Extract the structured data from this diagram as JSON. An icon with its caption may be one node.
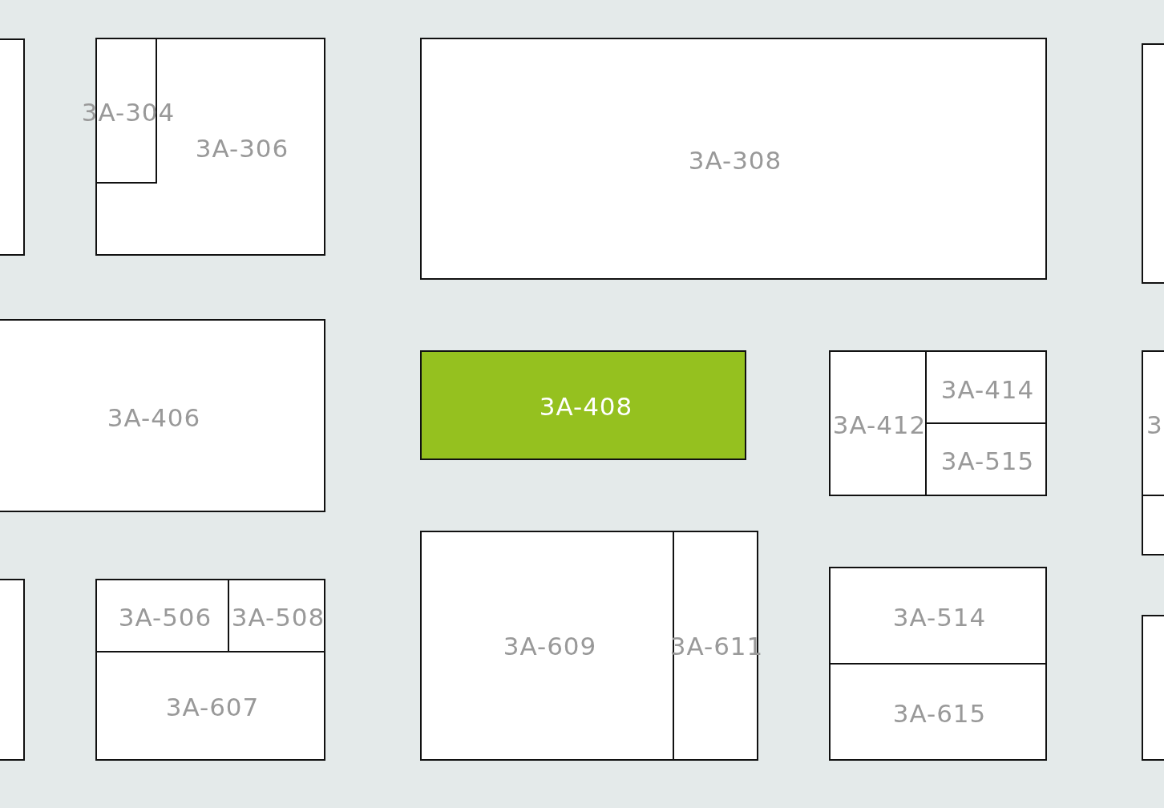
{
  "diagram": {
    "nodes": [
      {
        "text": [],
        "shape": "box"
      },
      {
        "text": [
          "3A-306"
        ]
      },
      {
        "text": [
          "3A-304"
        ],
        "in": 1
      },
      {
        "text": [
          "3A-308"
        ]
      },
      {
        "text": [],
        "shape": "box"
      },
      {
        "text": [
          "3A-406"
        ]
      },
      {
        "text": [
          "3A-408"
        ]
      },
      {
        "text": [
          "3A-412"
        ]
      },
      {
        "text": [
          "3A-414"
        ]
      },
      {
        "text": [
          "3A-515"
        ]
      },
      {
        "text": [
          "3."
        ]
      },
      {
        "text": [],
        "shape": "box"
      },
      {
        "text": [],
        "shape": "box"
      },
      {
        "text": [
          "3A-506"
        ]
      },
      {
        "text": [
          "3A-508"
        ]
      },
      {
        "text": [
          "3A-607"
        ]
      },
      {
        "text": [
          "3A-609"
        ]
      },
      {
        "text": [
          "3A-611"
        ]
      },
      {
        "text": [
          "3A-514"
        ]
      },
      {
        "text": [
          "3A-615"
        ]
      },
      {
        "text": [],
        "shape": "box"
      }
    ]
  }
}
